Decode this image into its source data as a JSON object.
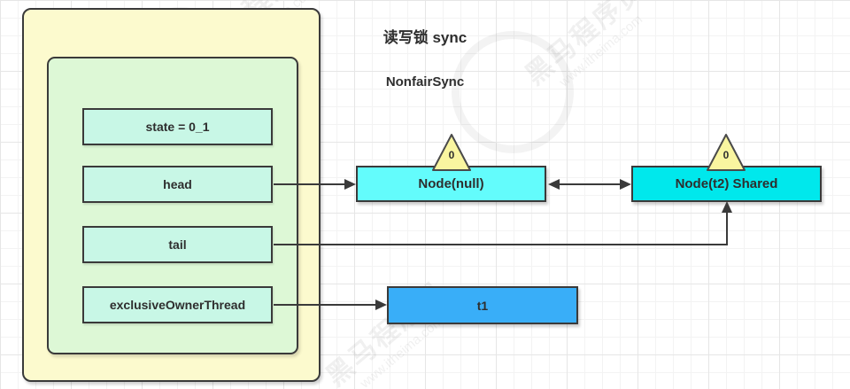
{
  "lock": {
    "title": "读写锁 sync",
    "sync": {
      "title": "NonfairSync",
      "fields": [
        {
          "label": "state = 0_1"
        },
        {
          "label": "head"
        },
        {
          "label": "tail"
        },
        {
          "label": "exclusiveOwnerThread"
        }
      ]
    }
  },
  "queue": {
    "nodes": [
      {
        "label": "Node(null)",
        "waitStatus": "0",
        "color": "#63FCFC"
      },
      {
        "label": "Node(t2) Shared",
        "waitStatus": "0",
        "color": "#00E8EC"
      }
    ],
    "owner_thread": {
      "label": "t1",
      "color": "#39AEF8"
    }
  },
  "watermark": {
    "brand": "黑马程序员",
    "url": "www.itheima.com"
  },
  "colors": {
    "outer_box": "#FCFACE",
    "inner_box": "#DDF8D6",
    "field_box": "#C8F7E6",
    "node_null": "#63FCFC",
    "node_shared": "#00E8EC",
    "thread_box": "#39AEF8",
    "triangle": "#F9F5A0",
    "border": "#3A3A3A"
  }
}
